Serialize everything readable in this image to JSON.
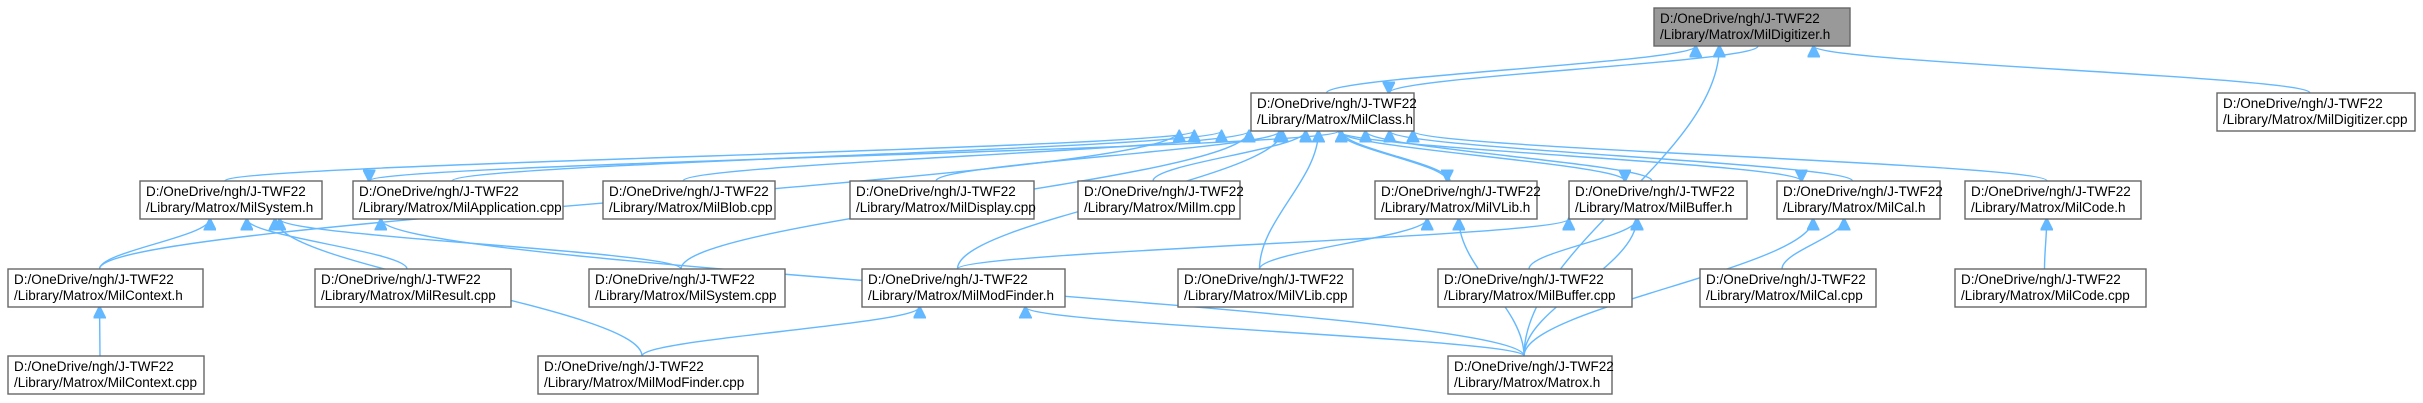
{
  "graph": {
    "nodes": [
      {
        "id": "mildigitizer_h",
        "line1": "D:/OneDrive/ngh/J-TWF22",
        "line2": "/Library/Matrox/MilDigitizer.h",
        "highlight": true
      },
      {
        "id": "milclass_h",
        "line1": "D:/OneDrive/ngh/J-TWF22",
        "line2": "/Library/Matrox/MilClass.h"
      },
      {
        "id": "mildigitizer_cpp",
        "line1": "D:/OneDrive/ngh/J-TWF22",
        "line2": "/Library/Matrox/MilDigitizer.cpp"
      },
      {
        "id": "milsystem_h",
        "line1": "D:/OneDrive/ngh/J-TWF22",
        "line2": "/Library/Matrox/MilSystem.h"
      },
      {
        "id": "milapplication_cpp",
        "line1": "D:/OneDrive/ngh/J-TWF22",
        "line2": "/Library/Matrox/MilApplication.cpp"
      },
      {
        "id": "milblob_cpp",
        "line1": "D:/OneDrive/ngh/J-TWF22",
        "line2": "/Library/Matrox/MilBlob.cpp"
      },
      {
        "id": "mildisplay_cpp",
        "line1": "D:/OneDrive/ngh/J-TWF22",
        "line2": "/Library/Matrox/MilDisplay.cpp"
      },
      {
        "id": "milim_cpp",
        "line1": "D:/OneDrive/ngh/J-TWF22",
        "line2": "/Library/Matrox/MilIm.cpp"
      },
      {
        "id": "milvlib_h",
        "line1": "D:/OneDrive/ngh/J-TWF22",
        "line2": "/Library/Matrox/MilVLib.h"
      },
      {
        "id": "milbuffer_h",
        "line1": "D:/OneDrive/ngh/J-TWF22",
        "line2": "/Library/Matrox/MilBuffer.h"
      },
      {
        "id": "milcal_h",
        "line1": "D:/OneDrive/ngh/J-TWF22",
        "line2": "/Library/Matrox/MilCal.h"
      },
      {
        "id": "milcode_h",
        "line1": "D:/OneDrive/ngh/J-TWF22",
        "line2": "/Library/Matrox/MilCode.h"
      },
      {
        "id": "milcontext_h",
        "line1": "D:/OneDrive/ngh/J-TWF22",
        "line2": "/Library/Matrox/MilContext.h"
      },
      {
        "id": "milresult_cpp",
        "line1": "D:/OneDrive/ngh/J-TWF22",
        "line2": "/Library/Matrox/MilResult.cpp"
      },
      {
        "id": "milsystem_cpp",
        "line1": "D:/OneDrive/ngh/J-TWF22",
        "line2": "/Library/Matrox/MilSystem.cpp"
      },
      {
        "id": "milmodfinder_h",
        "line1": "D:/OneDrive/ngh/J-TWF22",
        "line2": "/Library/Matrox/MilModFinder.h"
      },
      {
        "id": "milvlib_cpp",
        "line1": "D:/OneDrive/ngh/J-TWF22",
        "line2": "/Library/Matrox/MilVLib.cpp"
      },
      {
        "id": "milbuffer_cpp",
        "line1": "D:/OneDrive/ngh/J-TWF22",
        "line2": "/Library/Matrox/MilBuffer.cpp"
      },
      {
        "id": "milcal_cpp",
        "line1": "D:/OneDrive/ngh/J-TWF22",
        "line2": "/Library/Matrox/MilCal.cpp"
      },
      {
        "id": "milcode_cpp",
        "line1": "D:/OneDrive/ngh/J-TWF22",
        "line2": "/Library/Matrox/MilCode.cpp"
      },
      {
        "id": "milcontext_cpp",
        "line1": "D:/OneDrive/ngh/J-TWF22",
        "line2": "/Library/Matrox/MilContext.cpp"
      },
      {
        "id": "milmodfinder_cpp",
        "line1": "D:/OneDrive/ngh/J-TWF22",
        "line2": "/Library/Matrox/MilModFinder.cpp"
      },
      {
        "id": "matrox_h",
        "line1": "D:/OneDrive/ngh/J-TWF22",
        "line2": "/Library/Matrox/Matrox.h"
      }
    ],
    "edges": [
      [
        "milclass_h",
        "mildigitizer_h"
      ],
      [
        "mildigitizer_h",
        "milclass_h"
      ],
      [
        "mildigitizer_cpp",
        "mildigitizer_h"
      ],
      [
        "matrox_h",
        "mildigitizer_h"
      ],
      [
        "milsystem_h",
        "milclass_h"
      ],
      [
        "milclass_h",
        "milsystem_h"
      ],
      [
        "milapplication_cpp",
        "milclass_h"
      ],
      [
        "milblob_cpp",
        "milclass_h"
      ],
      [
        "mildisplay_cpp",
        "milclass_h"
      ],
      [
        "milim_cpp",
        "milclass_h"
      ],
      [
        "milvlib_h",
        "milclass_h"
      ],
      [
        "milclass_h",
        "milvlib_h"
      ],
      [
        "milbuffer_h",
        "milclass_h"
      ],
      [
        "milclass_h",
        "milbuffer_h"
      ],
      [
        "milcal_h",
        "milclass_h"
      ],
      [
        "milclass_h",
        "milcal_h"
      ],
      [
        "milcode_h",
        "milclass_h"
      ],
      [
        "milcontext_h",
        "milclass_h"
      ],
      [
        "milsystem_cpp",
        "milclass_h"
      ],
      [
        "milmodfinder_h",
        "milclass_h"
      ],
      [
        "milvlib_cpp",
        "milclass_h"
      ],
      [
        "milcontext_h",
        "milsystem_h"
      ],
      [
        "milresult_cpp",
        "milsystem_h"
      ],
      [
        "milsystem_cpp",
        "milsystem_h"
      ],
      [
        "milmodfinder_cpp",
        "milsystem_h"
      ],
      [
        "matrox_h",
        "milsystem_h"
      ],
      [
        "milcontext_cpp",
        "milcontext_h"
      ],
      [
        "milmodfinder_h",
        "milbuffer_h"
      ],
      [
        "milvlib_cpp",
        "milvlib_h"
      ],
      [
        "matrox_h",
        "milvlib_h"
      ],
      [
        "milbuffer_cpp",
        "milbuffer_h"
      ],
      [
        "matrox_h",
        "milbuffer_h"
      ],
      [
        "milcal_cpp",
        "milcal_h"
      ],
      [
        "matrox_h",
        "milcal_h"
      ],
      [
        "milcode_cpp",
        "milcode_h"
      ],
      [
        "milmodfinder_cpp",
        "milmodfinder_h"
      ],
      [
        "matrox_h",
        "milmodfinder_h"
      ]
    ]
  }
}
